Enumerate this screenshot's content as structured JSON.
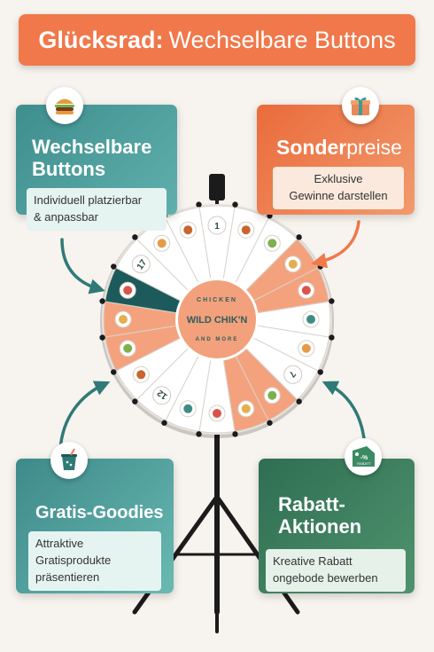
{
  "header": {
    "title_bold": "Glücksrad:",
    "title_rest": "Wechselbare Buttons"
  },
  "cards": {
    "top_left": {
      "title_line1": "Wechselbare",
      "title_line2": "Buttons",
      "sub_line1": "Individuell platzierbar",
      "sub_line2": "& anpassbar",
      "icon": "burger-icon"
    },
    "top_right": {
      "title_bold": "Sonder",
      "title_rest": "preise",
      "sub_line1": "Exklusive",
      "sub_line2": "Gewinne darstellen",
      "icon": "gift-icon"
    },
    "bottom_left": {
      "title": "Gratis-Goodies",
      "sub_line1": "Attraktive",
      "sub_line2": "Gratisprodukte",
      "sub_line3": "präsentieren",
      "icon": "drink-cup-icon"
    },
    "bottom_right": {
      "title_line1": "Rabatt-",
      "title_line2": "Aktionen",
      "sub_line1": "Kreative Rabatt",
      "sub_line2": "ongebode bewerben",
      "icon": "discount-tag-icon",
      "tag_pct": "-%",
      "tag_word": "RABATT"
    }
  },
  "wheel": {
    "center_top": "CHICKEN",
    "center_main": "WILD CHIK'N",
    "center_bottom": "AND MORE",
    "segment_labels": [
      "1",
      "7",
      "12",
      "17"
    ],
    "colors": {
      "white": "#ffffff",
      "orange": "#f4a27d",
      "teal": "#1d5a5b",
      "center": "#f3a07c",
      "center_text": "#2c5f5d"
    }
  },
  "colors": {
    "accent_orange": "#f0784a",
    "arrow_teal": "#2f7a76",
    "arrow_orange": "#f0784a"
  }
}
